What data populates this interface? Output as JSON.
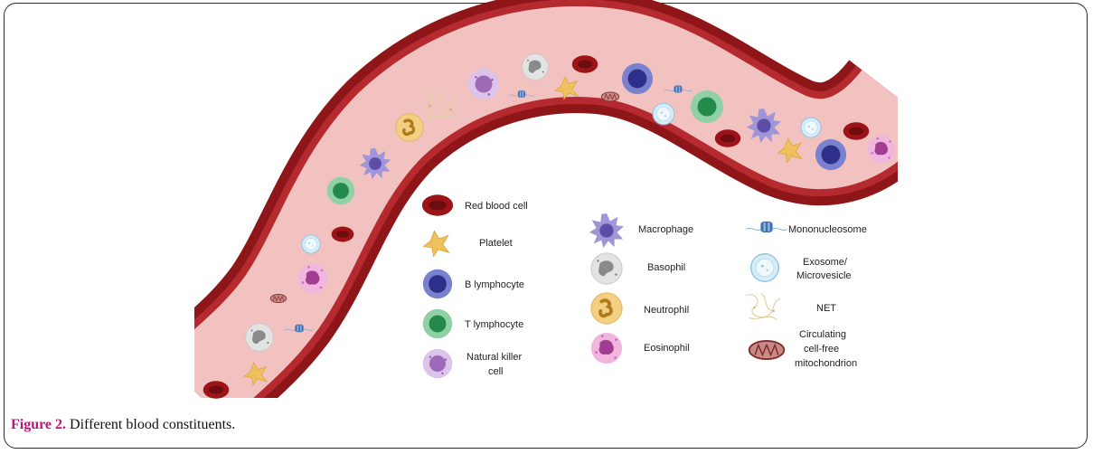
{
  "legend": {
    "col1": [
      {
        "label": "Red blood cell",
        "icon": "red-blood-cell"
      },
      {
        "label": "Platelet",
        "icon": "platelet"
      },
      {
        "label": "B lymphocyte",
        "icon": "b-lymphocyte"
      },
      {
        "label": "T lymphocyte",
        "icon": "t-lymphocyte"
      },
      {
        "label_line1": "Natural killer",
        "label_line2": "cell",
        "icon": "natural-killer-cell"
      }
    ],
    "col2": [
      {
        "label": "Macrophage",
        "icon": "macrophage"
      },
      {
        "label": "Basophil",
        "icon": "basophil"
      },
      {
        "label": "Neutrophil",
        "icon": "neutrophil"
      },
      {
        "label": "Eosinophil",
        "icon": "eosinophil"
      }
    ],
    "col3": [
      {
        "label": "Mononucleosome",
        "icon": "mononucleosome"
      },
      {
        "label_line1": "Exosome/",
        "label_line2": "Microvesicle",
        "icon": "exosome"
      },
      {
        "label": "NET",
        "icon": "net"
      },
      {
        "label_line1": "Circulating",
        "label_line2": "cell-free",
        "label_line3": "mitochondrion",
        "icon": "mitochondrion"
      }
    ]
  },
  "caption": {
    "figure_label": "Figure 2.",
    "text": " Different blood constituents."
  },
  "colors": {
    "vessel_wall": "#8e1518",
    "vessel_lumen": "#f1c2c0",
    "rbc": "#9c1417",
    "b_lymphocyte": "#3b3f9a",
    "t_lymphocyte": "#2f9a5c",
    "nk_cell": "#b48ac8",
    "macrophage": "#7a6bb8",
    "neutrophil": "#e8b862",
    "eosinophil": "#d98cc2",
    "caption_accent": "#c2127a"
  }
}
